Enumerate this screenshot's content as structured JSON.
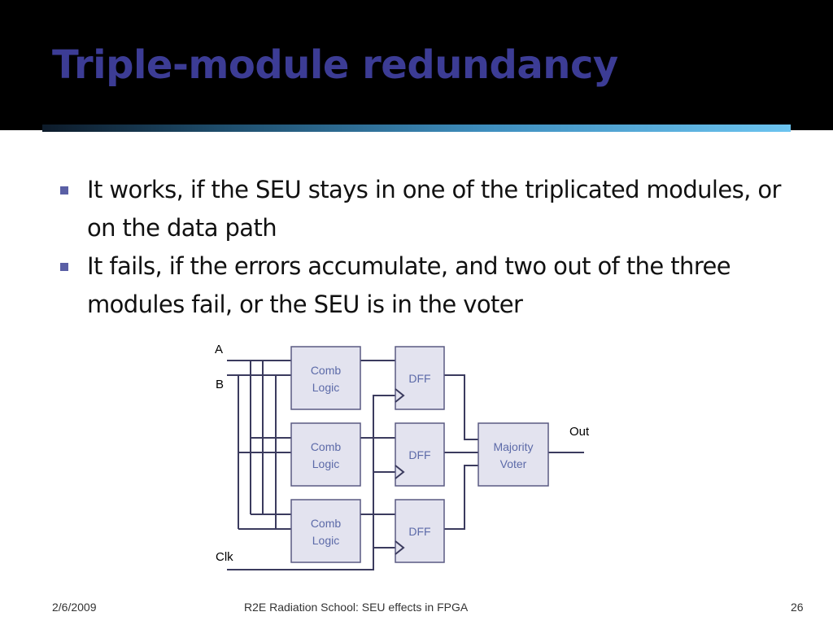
{
  "slide": {
    "title": "Triple-module redundancy",
    "bullets": [
      "It works, if the SEU stays in one of the triplicated modules, or on the data path",
      "It fails, if the errors accumulate, and two out of the three modules fail, or the SEU is in the voter"
    ]
  },
  "diagram": {
    "inputs": [
      "A",
      "B"
    ],
    "clock_label": "Clk",
    "output_label": "Out",
    "comb_block_label": [
      "Comb",
      "Logic"
    ],
    "dff_label": "DFF",
    "voter_label": [
      "Majority",
      "Voter"
    ],
    "block_fill": "#e3e3ef",
    "block_stroke": "#5a5a82",
    "block_text_color": "#5c6aa8",
    "wire_color": "#3b3b5e"
  },
  "footer": {
    "date": "2/6/2009",
    "center": "R2E Radiation School: SEU effects in FPGA",
    "page": "26"
  },
  "colors": {
    "title": "#3c3c95",
    "title_background": "#000000",
    "bullet_marker": "#5a5fa5"
  }
}
